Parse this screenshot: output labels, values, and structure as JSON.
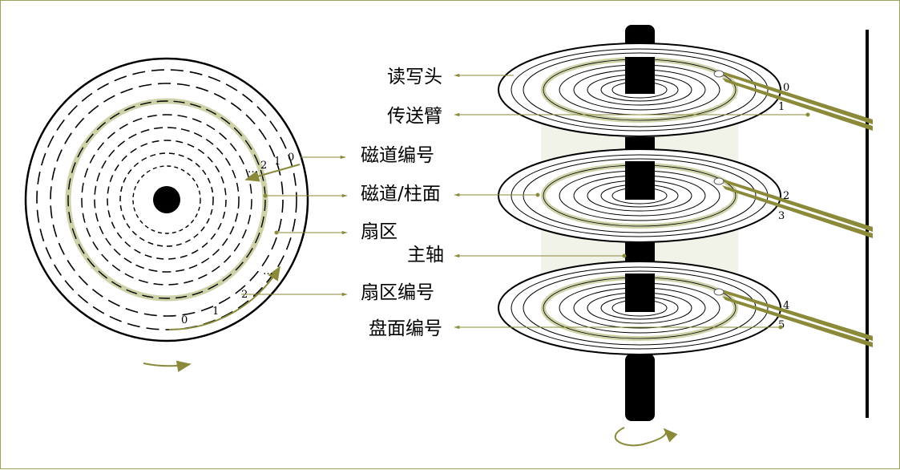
{
  "labels": {
    "head": "读写头",
    "arm": "传送臂",
    "track_number": "磁道编号",
    "track_cylinder": "磁道/柱面",
    "sector": "扇区",
    "spindle": "主轴",
    "sector_number": "扇区编号",
    "surface_number": "盘面编号"
  },
  "track_numbers": [
    "0",
    "1",
    "2",
    "…"
  ],
  "sector_numbers": [
    "0",
    "1",
    "2",
    "…"
  ],
  "surface_numbers": [
    "0",
    "1",
    "2",
    "3",
    "4",
    "5"
  ],
  "colors": {
    "olive": "#8a8a3a",
    "highlight_track": "#cfd2a8",
    "shadow_band": "#f2f3e8",
    "ink": "#000000"
  }
}
